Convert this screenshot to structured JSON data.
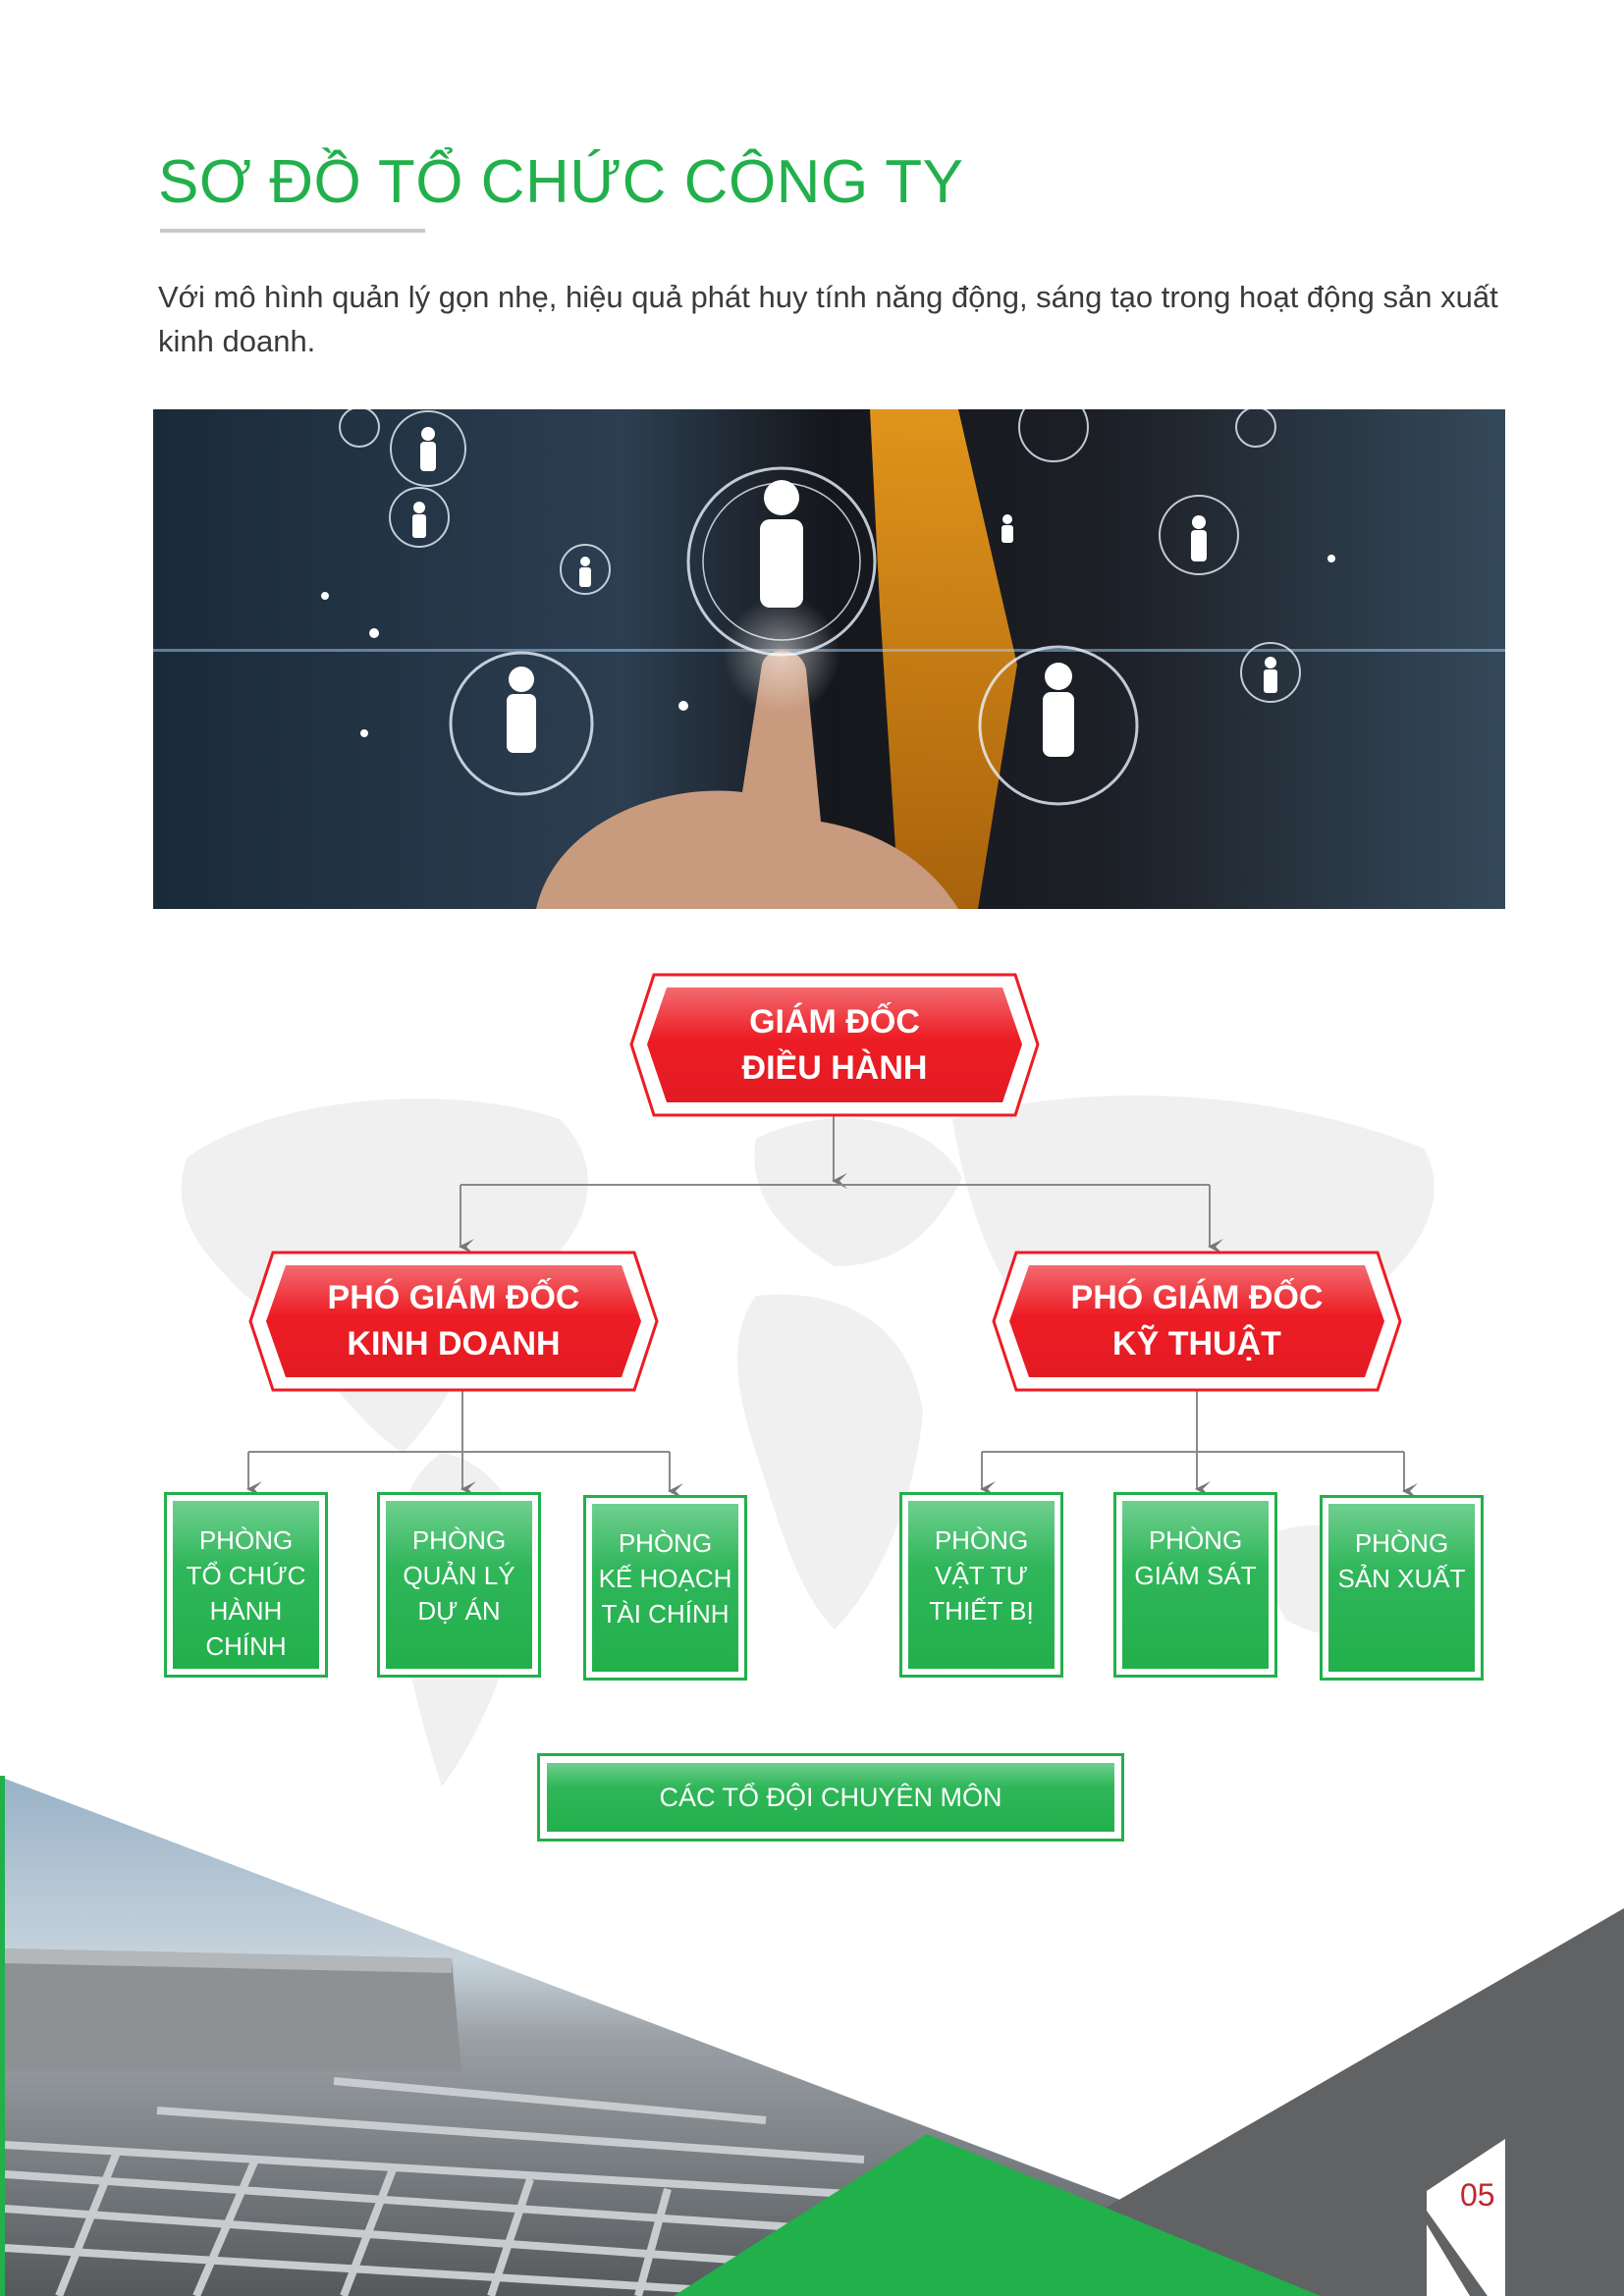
{
  "header": {
    "title": "SƠ ĐỒ TỔ CHỨC CÔNG TY",
    "intro": "Với mô hình quản lý gọn nhẹ, hiệu quả phát huy tính năng động, sáng tạo trong hoạt động sản xuất kinh doanh."
  },
  "org_chart": {
    "ceo": {
      "line1": "GIÁM ĐỐC",
      "line2": "ĐIỀU HÀNH"
    },
    "vp_business": {
      "line1": "PHÓ GIÁM ĐỐC",
      "line2": "KINH DOANH"
    },
    "vp_technical": {
      "line1": "PHÓ GIÁM ĐỐC",
      "line2": "KỸ THUẬT"
    },
    "departments": [
      {
        "lines": [
          "PHÒNG",
          "TỔ CHỨC",
          "HÀNH",
          "CHÍNH"
        ]
      },
      {
        "lines": [
          "PHÒNG",
          "QUẢN LÝ",
          "DỰ ÁN"
        ]
      },
      {
        "lines": [
          "PHÒNG",
          "KẾ HOẠCH",
          "TÀI CHÍNH"
        ]
      },
      {
        "lines": [
          "PHÒNG",
          "VẬT TƯ",
          "THIẾT BỊ"
        ]
      },
      {
        "lines": [
          "PHÒNG",
          "GIÁM SÁT"
        ]
      },
      {
        "lines": [
          "PHÒNG",
          "SẢN XUẤT"
        ]
      }
    ],
    "teams": "CÁC TỔ ĐỘI CHUYÊN MÔN"
  },
  "colors": {
    "green": "#22b04b",
    "red": "#ed1c24",
    "grey": "#616264",
    "page_number": "#c1272d"
  },
  "page_number": "05"
}
